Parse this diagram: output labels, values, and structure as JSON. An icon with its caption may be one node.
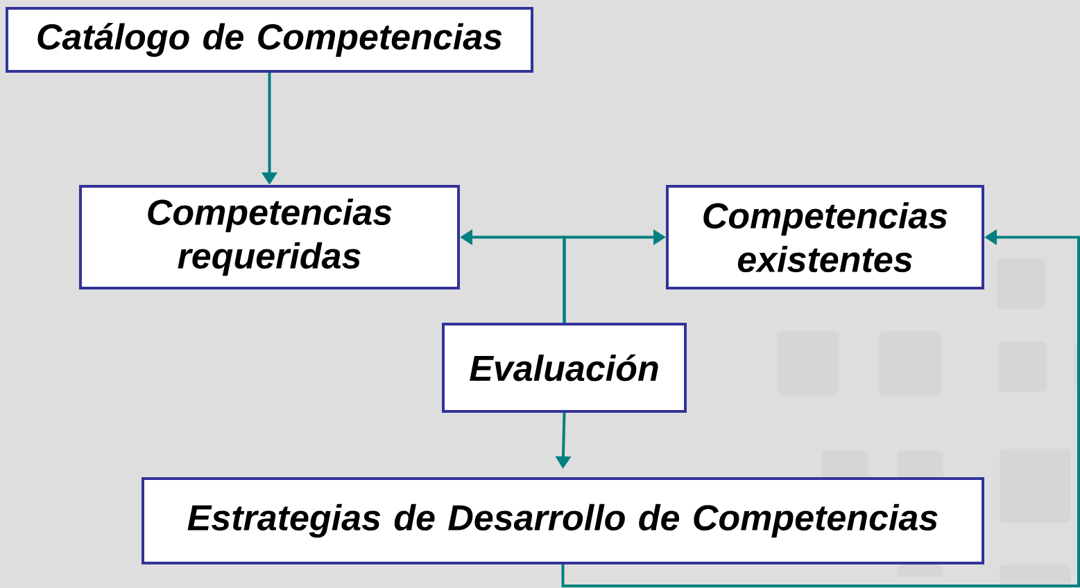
{
  "diagram": {
    "nodes": [
      {
        "text": [
          "Catálogo de Competencias"
        ]
      },
      {
        "text": [
          "Competencias requeridas"
        ]
      },
      {
        "text": [
          "Competencias existentes"
        ]
      },
      {
        "text": [
          "Evaluación"
        ]
      },
      {
        "text": [
          "Estrategias de Desarrollo de Competencias"
        ]
      }
    ],
    "edges": [
      {
        "from": 0,
        "to": 1,
        "arrow": "to"
      },
      {
        "from": 3,
        "to": 1,
        "arrow": "to"
      },
      {
        "from": 3,
        "to": 2,
        "arrow": "to"
      },
      {
        "from": 3,
        "to": 4,
        "arrow": "to"
      },
      {
        "from": 4,
        "to": 2,
        "arrow": "to"
      }
    ]
  }
}
